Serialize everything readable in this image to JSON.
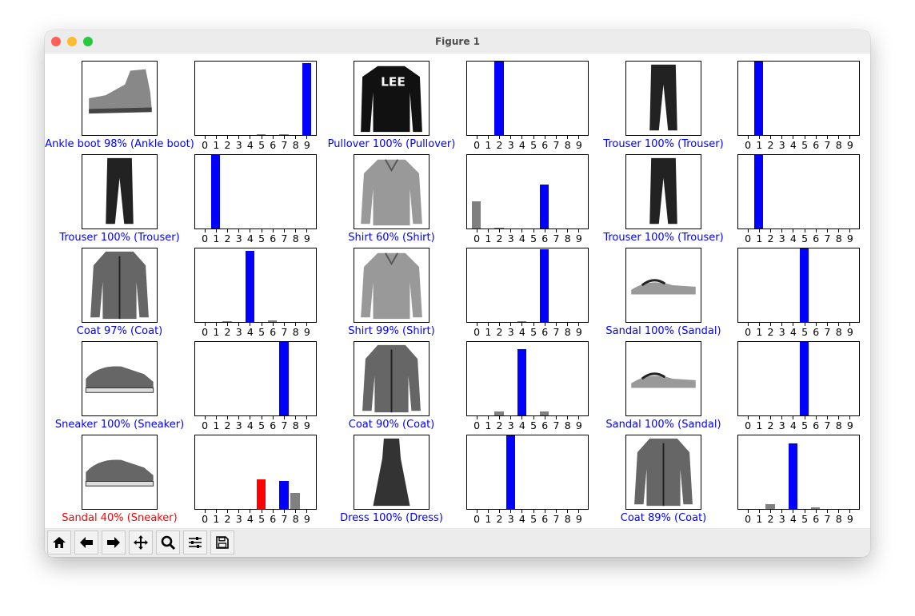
{
  "window": {
    "title": "Figure 1"
  },
  "toolbar": {
    "buttons": [
      {
        "name": "home",
        "icon": "home-icon"
      },
      {
        "name": "back",
        "icon": "arrow-left-icon"
      },
      {
        "name": "forward",
        "icon": "arrow-right-icon"
      },
      {
        "name": "pan",
        "icon": "move-icon"
      },
      {
        "name": "zoom",
        "icon": "magnifier-icon"
      },
      {
        "name": "configure-subplots",
        "icon": "sliders-icon"
      },
      {
        "name": "save",
        "icon": "floppy-disk-icon"
      }
    ]
  },
  "colors": {
    "correct": "#0000ff",
    "wrong": "#ff0000",
    "other": "#808080"
  },
  "chart_data": {
    "type": "bar",
    "categories": [
      "0",
      "1",
      "2",
      "3",
      "4",
      "5",
      "6",
      "7",
      "8",
      "9"
    ],
    "ylim": [
      0,
      1
    ],
    "grid": false,
    "panels": [
      {
        "label": "Ankle boot 98% (Ankle boot)",
        "item": "ankle-boot",
        "predicted": 9,
        "true": 9,
        "values": [
          0,
          0,
          0,
          0,
          0,
          0.01,
          0,
          0.01,
          0,
          0.98
        ]
      },
      {
        "label": "Pullover 100% (Pullover)",
        "item": "pullover",
        "predicted": 2,
        "true": 2,
        "values": [
          0,
          0,
          1.0,
          0,
          0,
          0,
          0,
          0,
          0,
          0
        ]
      },
      {
        "label": "Trouser 100% (Trouser)",
        "item": "trouser",
        "predicted": 1,
        "true": 1,
        "values": [
          0,
          1.0,
          0,
          0,
          0,
          0,
          0,
          0,
          0,
          0
        ]
      },
      {
        "label": "Trouser 100% (Trouser)",
        "item": "trouser",
        "predicted": 1,
        "true": 1,
        "values": [
          0,
          1.0,
          0,
          0,
          0,
          0,
          0,
          0,
          0,
          0
        ]
      },
      {
        "label": "Shirt 60% (Shirt)",
        "item": "shirt",
        "predicted": 6,
        "true": 6,
        "values": [
          0.37,
          0,
          0.01,
          0,
          0,
          0,
          0.6,
          0,
          0,
          0
        ]
      },
      {
        "label": "Trouser 100% (Trouser)",
        "item": "trouser",
        "predicted": 1,
        "true": 1,
        "values": [
          0,
          1.0,
          0,
          0,
          0,
          0,
          0,
          0,
          0,
          0
        ]
      },
      {
        "label": "Coat 97% (Coat)",
        "item": "coat",
        "predicted": 4,
        "true": 4,
        "values": [
          0,
          0,
          0.01,
          0,
          0.97,
          0,
          0.02,
          0,
          0,
          0
        ]
      },
      {
        "label": "Shirt 99% (Shirt)",
        "item": "shirt",
        "predicted": 6,
        "true": 6,
        "values": [
          0,
          0,
          0,
          0,
          0.01,
          0,
          0.99,
          0,
          0,
          0
        ]
      },
      {
        "label": "Sandal 100% (Sandal)",
        "item": "sandal",
        "predicted": 5,
        "true": 5,
        "values": [
          0,
          0,
          0,
          0,
          0,
          1.0,
          0,
          0,
          0,
          0
        ]
      },
      {
        "label": "Sneaker 100% (Sneaker)",
        "item": "sneaker",
        "predicted": 7,
        "true": 7,
        "values": [
          0,
          0,
          0,
          0,
          0,
          0,
          0,
          1.0,
          0,
          0
        ]
      },
      {
        "label": "Coat 90% (Coat)",
        "item": "coat",
        "predicted": 4,
        "true": 4,
        "values": [
          0,
          0,
          0.05,
          0,
          0.9,
          0,
          0.05,
          0,
          0,
          0
        ]
      },
      {
        "label": "Sandal 100% (Sandal)",
        "item": "sandal",
        "predicted": 5,
        "true": 5,
        "values": [
          0,
          0,
          0,
          0,
          0,
          1.0,
          0,
          0,
          0,
          0
        ]
      },
      {
        "label": "Sandal 40% (Sneaker)",
        "item": "sneaker",
        "predicted": 5,
        "true": 7,
        "values": [
          0,
          0,
          0,
          0,
          0,
          0.4,
          0,
          0.38,
          0.22,
          0
        ]
      },
      {
        "label": "Dress 100% (Dress)",
        "item": "dress",
        "predicted": 3,
        "true": 3,
        "values": [
          0,
          0,
          0,
          1.0,
          0,
          0,
          0,
          0,
          0,
          0
        ]
      },
      {
        "label": "Coat 89% (Coat)",
        "item": "coat",
        "predicted": 4,
        "true": 4,
        "values": [
          0,
          0,
          0.07,
          0,
          0.89,
          0,
          0.02,
          0,
          0,
          0
        ]
      }
    ]
  }
}
